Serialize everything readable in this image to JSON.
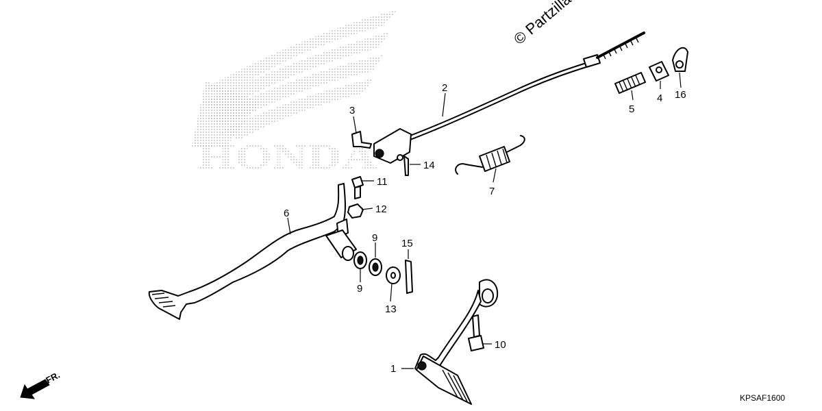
{
  "watermark": "© Partzilla",
  "brand_logo": "HONDA",
  "diagram_code": "KPSAF1600",
  "front_indicator": "FR.",
  "callouts": [
    {
      "id": "c1",
      "label": "1"
    },
    {
      "id": "c2",
      "label": "2"
    },
    {
      "id": "c3",
      "label": "3"
    },
    {
      "id": "c4",
      "label": "4"
    },
    {
      "id": "c5",
      "label": "5"
    },
    {
      "id": "c6",
      "label": "6"
    },
    {
      "id": "c7",
      "label": "7"
    },
    {
      "id": "c9a",
      "label": "9"
    },
    {
      "id": "c9b",
      "label": "9"
    },
    {
      "id": "c10",
      "label": "10"
    },
    {
      "id": "c11",
      "label": "11"
    },
    {
      "id": "c12",
      "label": "12"
    },
    {
      "id": "c13",
      "label": "13"
    },
    {
      "id": "c14",
      "label": "14"
    },
    {
      "id": "c15",
      "label": "15"
    },
    {
      "id": "c16",
      "label": "16"
    }
  ]
}
